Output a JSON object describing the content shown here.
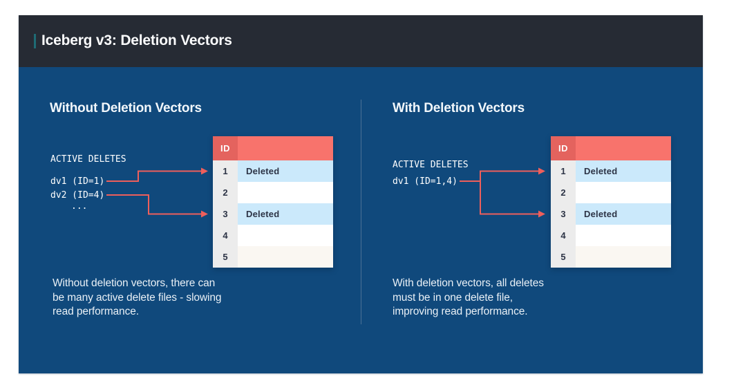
{
  "slide": {
    "title": "Iceberg v3: Deletion Vectors",
    "colors": {
      "header_bar": "#262B34",
      "slide_background": "#10497C",
      "title_accent_teal": "#1E6B75",
      "table_header_red": "#F8736C",
      "table_header_id_red": "#E4635E",
      "row_highlight_blue": "#CBE9FB",
      "id_column_gray": "#ECECEC",
      "arrow_coral": "#EF5F5B",
      "divider_blue": "#4C7296"
    },
    "panels": [
      {
        "heading": "Without Deletion Vectors",
        "active_deletes_label": "ACTIVE DELETES",
        "delete_vectors": [
          "dv1 (ID=1)",
          "dv2 (ID=4)",
          "..."
        ],
        "table": {
          "header": "ID",
          "rows": [
            {
              "id": "1",
              "value": "Deleted"
            },
            {
              "id": "2",
              "value": ""
            },
            {
              "id": "3",
              "value": "Deleted"
            },
            {
              "id": "4",
              "value": ""
            },
            {
              "id": "5",
              "value": ""
            }
          ]
        },
        "caption_lines": [
          "Without deletion vectors, there can",
          "be many active delete files - slowing",
          "read performance."
        ]
      },
      {
        "heading": "With Deletion Vectors",
        "active_deletes_label": "ACTIVE DELETES",
        "delete_vectors": [
          "dv1 (ID=1,4)"
        ],
        "table": {
          "header": "ID",
          "rows": [
            {
              "id": "1",
              "value": "Deleted"
            },
            {
              "id": "2",
              "value": ""
            },
            {
              "id": "3",
              "value": "Deleted"
            },
            {
              "id": "4",
              "value": ""
            },
            {
              "id": "5",
              "value": ""
            }
          ]
        },
        "caption_lines": [
          "With deletion vectors, all deletes",
          "must be in one delete file,",
          "improving read performance."
        ]
      }
    ]
  }
}
